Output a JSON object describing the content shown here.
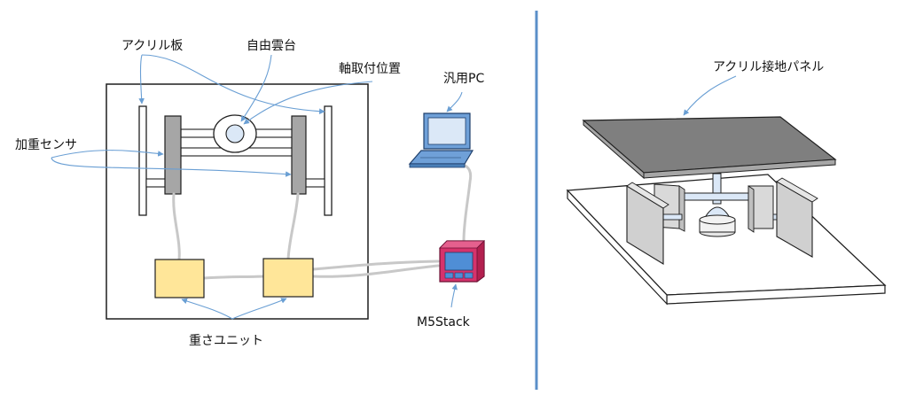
{
  "labels": {
    "acrylic_plate": "アクリル板",
    "gimbal": "自由雲台",
    "shaft_mount": "軸取付位置",
    "pc": "汎用PC",
    "accel_sensor": "加重センサ",
    "weight_unit": "重さユニット",
    "m5stack": "M5Stack",
    "acrylic_panel": "アクリル接地パネル"
  },
  "colors": {
    "callout": "#6a9fd4",
    "divider": "#5b8fc9",
    "sensor_gray": "#a6a6a6",
    "weight_unit_fill": "#ffe699",
    "m5stack_red": "#d6336c",
    "m5stack_screen": "#4f8ed6",
    "laptop_blue": "#6fa0d8",
    "panel_gray": "#7f7f7f"
  }
}
